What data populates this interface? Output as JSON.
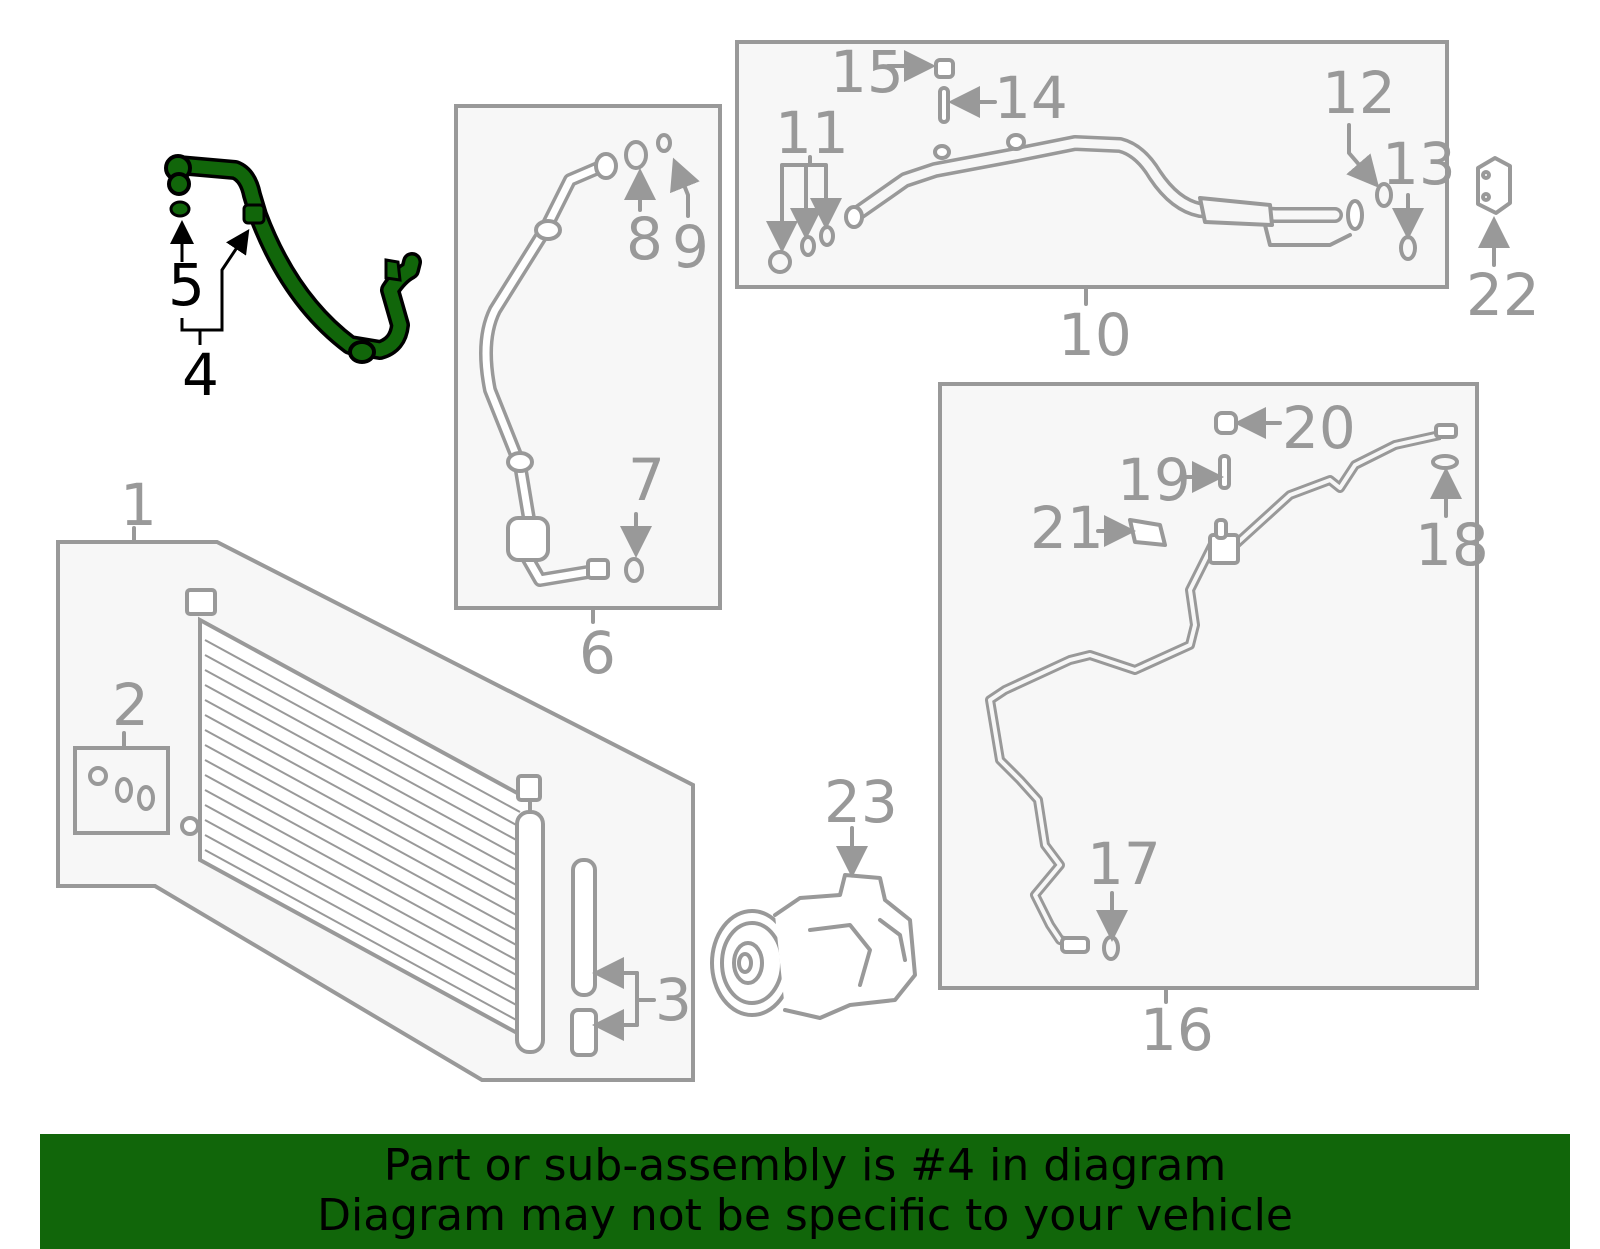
{
  "diagram": {
    "highlight_color": "#11660a",
    "line_color": "#999999",
    "box_fill": "#f7f7f7",
    "selected_part": "4",
    "callouts": [
      {
        "id": "1",
        "label": "1"
      },
      {
        "id": "2",
        "label": "2"
      },
      {
        "id": "3",
        "label": "3"
      },
      {
        "id": "4",
        "label": "4"
      },
      {
        "id": "5",
        "label": "5"
      },
      {
        "id": "6",
        "label": "6"
      },
      {
        "id": "7",
        "label": "7"
      },
      {
        "id": "8",
        "label": "8"
      },
      {
        "id": "9",
        "label": "9"
      },
      {
        "id": "10",
        "label": "10"
      },
      {
        "id": "11",
        "label": "11"
      },
      {
        "id": "12",
        "label": "12"
      },
      {
        "id": "13",
        "label": "13"
      },
      {
        "id": "14",
        "label": "14"
      },
      {
        "id": "15",
        "label": "15"
      },
      {
        "id": "16",
        "label": "16"
      },
      {
        "id": "17",
        "label": "17"
      },
      {
        "id": "18",
        "label": "18"
      },
      {
        "id": "19",
        "label": "19"
      },
      {
        "id": "20",
        "label": "20"
      },
      {
        "id": "21",
        "label": "21"
      },
      {
        "id": "22",
        "label": "22"
      },
      {
        "id": "23",
        "label": "23"
      }
    ]
  },
  "banner": {
    "line1": "Part or sub-assembly is #4 in diagram",
    "line2": "Diagram may not be specific to your vehicle",
    "background": "#11660a"
  }
}
